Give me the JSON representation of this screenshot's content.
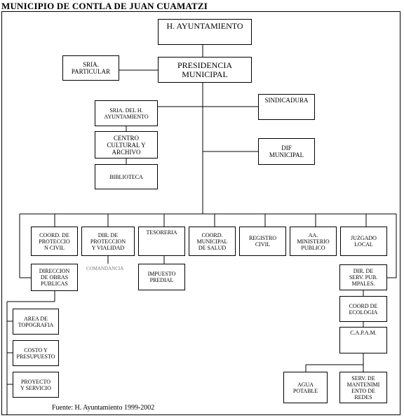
{
  "title": "MUNICIPIO DE CONTLA DE JUAN CUAMATZI",
  "nodes": {
    "ayuntamiento": "H. AYUNTAMIENTO",
    "presidencia": "PRESIDENCIA\nMUNICIPAL",
    "sria_particular": "SRIA.\nPARTICULAR",
    "sria_ayuntamiento": "SRIA. DEL H.\nAYUNTAMIENTO",
    "sindicadura": "SINDICADURA",
    "centro_cultural": "CENTRO\nCULTURAL Y\nARCHIVO",
    "dif": "DIF\nMUNICIPAL",
    "biblioteca": "BIBLIOTECA",
    "coord_proteccion_civil": "COORD. DE\nPROTECCIO\nN CIVIL",
    "dir_proteccion_vialidad": "DIR. DE\nPROTECCION\nY VIALIDAD",
    "tesoreria": "TESORERIA",
    "coord_salud": "COORD.\nMUNICIPAL\nDE SALUD",
    "registro_civil": "REGISTRO\nCIVIL",
    "ministerio_publico": "AA.\nMINISTERIO\nPUBLICO",
    "juzgado": "JUZGADO\nLOCAL",
    "obras_publicas": "DIRECCION\nDE OBRAS\nPUBLICAS",
    "comandancia": "COMANDANCIA",
    "impuesto_predial": "IMPUESTO\nPREDIAL",
    "servicios_publicos": "DIR. DE\nSERV. PUB.\nMPALES.",
    "area_topografia": "AREA DE\nTOPOGRAFIA",
    "ecologia": "COORD DE\nECOLOGIA",
    "costo_presupuesto": "COSTO Y\nPRESUPUESTO",
    "capam": "C.A.P.A.M.",
    "proyecto_servicio": "PROYECTO\nY SERVICIO",
    "agua_potable": "AGUA\nPOTABLE",
    "mantenimiento_redes": "SERV. DE\nMANTENIMI\nENTO DE\nREDES"
  },
  "source": "Fuente: H. Ayuntamiento 1999-2002"
}
